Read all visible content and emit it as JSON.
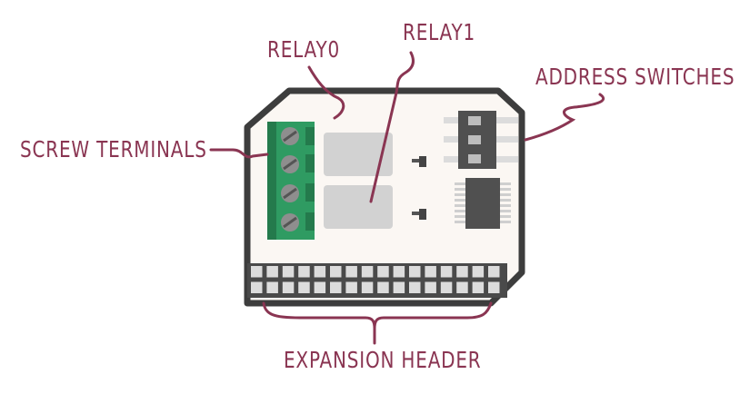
{
  "labels": {
    "relay0": "RELAY0",
    "relay1": "RELAY1",
    "address_switches": "ADDRESS SWITCHES",
    "screw_terminals": "SCREW TERMINALS",
    "expansion_header": "EXPANSION HEADER"
  },
  "colors": {
    "label": "#8a3552",
    "board_fill": "#fbf7f3",
    "board_outline": "#3d3d3d",
    "terminal_green": "#2f9b62",
    "screw_gray": "#8e8e8e",
    "relay_gray": "#d2d2d2",
    "chip_dark": "#505050",
    "pin_light": "#dcdcdc",
    "header_dark": "#4a4a4a"
  }
}
